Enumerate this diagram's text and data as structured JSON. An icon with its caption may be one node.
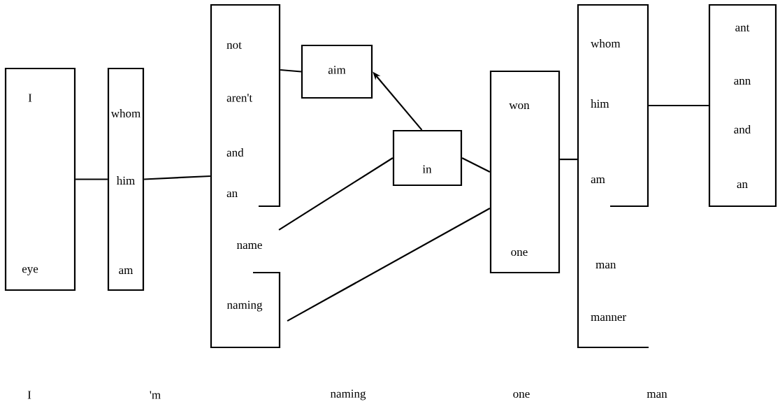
{
  "diagram": {
    "nodes": [
      {
        "text": [
          "I",
          "eye"
        ]
      },
      {
        "text": [
          "whom",
          "him",
          "am"
        ]
      },
      {
        "text": [],
        "shape": "box"
      },
      {
        "text": [
          "not",
          "aren't",
          "and",
          "an"
        ],
        "in": 2
      },
      {
        "text": [
          "name"
        ],
        "in": 2
      },
      {
        "text": [
          "naming"
        ],
        "in": 2
      },
      {
        "text": [
          "aim"
        ]
      },
      {
        "text": [
          "in"
        ]
      },
      {
        "text": [
          "won",
          "one"
        ]
      },
      {
        "text": [],
        "shape": "box"
      },
      {
        "text": [
          "whom",
          "him",
          "am"
        ],
        "in": 9
      },
      {
        "text": [
          "man",
          "manner"
        ],
        "in": 9
      },
      {
        "text": [
          "ant",
          "ann",
          "and",
          "an"
        ]
      }
    ],
    "edges": [
      {
        "from": 0,
        "to": 1,
        "arrow": "none"
      },
      {
        "from": 1,
        "to": 2,
        "arrow": "none"
      },
      {
        "from": 3,
        "to": 6,
        "arrow": "none"
      },
      {
        "from": 7,
        "to": 6,
        "arrow": "to"
      },
      {
        "from": 4,
        "to": 7,
        "arrow": "none"
      },
      {
        "from": 5,
        "to": 8,
        "arrow": "none"
      },
      {
        "from": 7,
        "to": 8,
        "arrow": "none"
      },
      {
        "from": 8,
        "to": 9,
        "arrow": "none"
      },
      {
        "from": 10,
        "to": 12,
        "arrow": "none"
      }
    ],
    "labels": [
      "I",
      "'m",
      "naming",
      "one",
      "man"
    ]
  }
}
